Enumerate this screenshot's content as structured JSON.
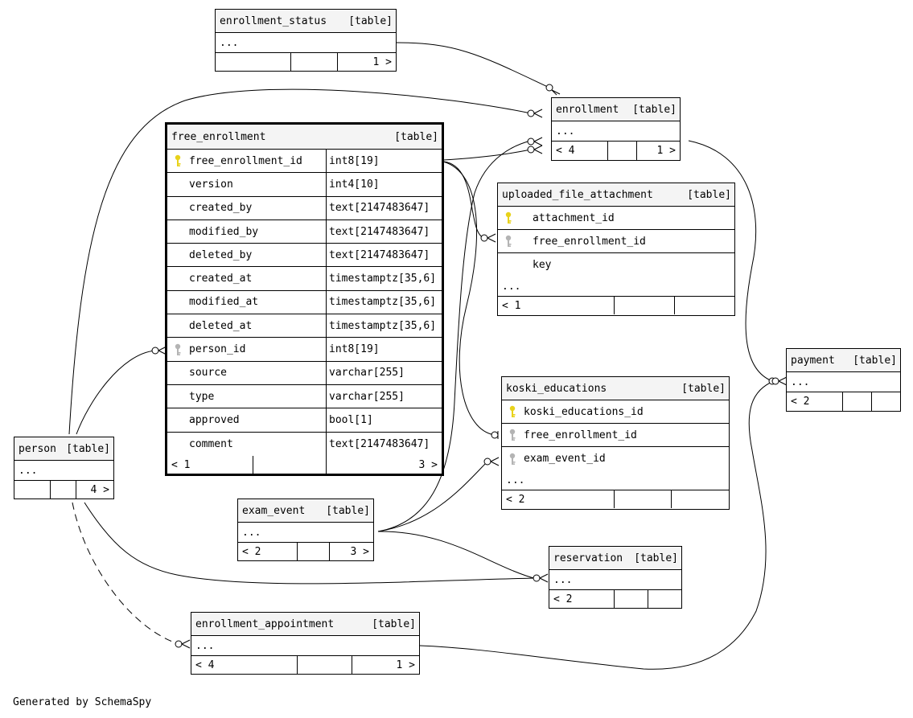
{
  "footer": "Generated by SchemaSpy",
  "table_tag": "[table]",
  "ellipsis": "...",
  "colors": {
    "primary_key": "#e8d21a",
    "foreign_key": "#b4b4b4",
    "header_bg": "#f4f4f4"
  },
  "tables": {
    "enrollment_status": {
      "name": "enrollment_status",
      "footer": [
        "",
        "",
        "1 >"
      ]
    },
    "enrollment": {
      "name": "enrollment",
      "footer": [
        "< 4",
        "",
        "1 >"
      ]
    },
    "free_enrollment": {
      "name": "free_enrollment",
      "columns": [
        {
          "name": "free_enrollment_id",
          "type": "int8[19]",
          "key": "primary-key-icon"
        },
        {
          "name": "version",
          "type": "int4[10]"
        },
        {
          "name": "created_by",
          "type": "text[2147483647]"
        },
        {
          "name": "modified_by",
          "type": "text[2147483647]"
        },
        {
          "name": "deleted_by",
          "type": "text[2147483647]"
        },
        {
          "name": "created_at",
          "type": "timestamptz[35,6]"
        },
        {
          "name": "modified_at",
          "type": "timestamptz[35,6]"
        },
        {
          "name": "deleted_at",
          "type": "timestamptz[35,6]"
        },
        {
          "name": "person_id",
          "type": "int8[19]",
          "key": "foreign-key-icon"
        },
        {
          "name": "source",
          "type": "varchar[255]"
        },
        {
          "name": "type",
          "type": "varchar[255]"
        },
        {
          "name": "approved",
          "type": "bool[1]"
        },
        {
          "name": "comment",
          "type": "text[2147483647]"
        }
      ],
      "footer": [
        "< 1",
        "",
        "3 >"
      ]
    },
    "uploaded_file_attachment": {
      "name": "uploaded_file_attachment",
      "columns": [
        {
          "name": "attachment_id",
          "key": "primary-key-icon"
        },
        {
          "name": "free_enrollment_id",
          "key": "foreign-key-icon"
        },
        {
          "name": "key"
        }
      ],
      "footer": [
        "< 1",
        "",
        ""
      ]
    },
    "payment": {
      "name": "payment",
      "footer": [
        "< 2",
        "",
        ""
      ]
    },
    "koski_educations": {
      "name": "koski_educations",
      "columns": [
        {
          "name": "koski_educations_id",
          "key": "primary-key-icon"
        },
        {
          "name": "free_enrollment_id",
          "key": "foreign-key-icon"
        },
        {
          "name": "exam_event_id",
          "key": "foreign-key-icon"
        }
      ],
      "footer": [
        "< 2",
        "",
        ""
      ]
    },
    "person": {
      "name": "person",
      "footer": [
        "",
        "",
        "4 >"
      ]
    },
    "exam_event": {
      "name": "exam_event",
      "footer": [
        "< 2",
        "",
        "3 >"
      ]
    },
    "reservation": {
      "name": "reservation",
      "footer": [
        "< 2",
        "",
        ""
      ]
    },
    "enrollment_appointment": {
      "name": "enrollment_appointment",
      "footer": [
        "< 4",
        "",
        "1 >"
      ]
    }
  }
}
